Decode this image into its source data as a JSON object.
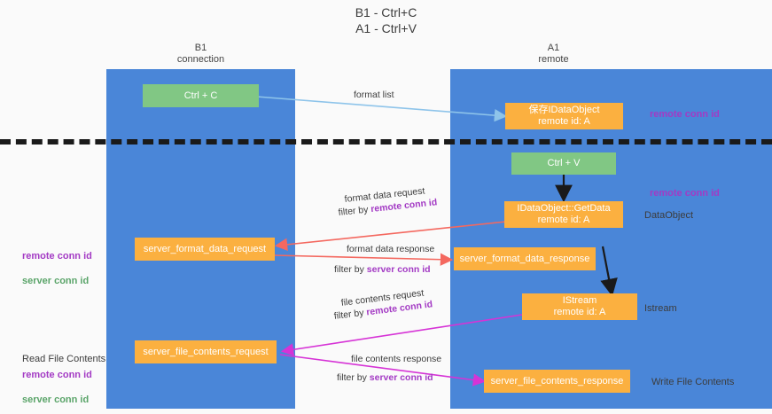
{
  "title": "B1 - Ctrl+C\nA1 - Ctrl+V",
  "lanes": [
    {
      "name": "b1",
      "header": "B1\nconnection",
      "color": "#4a86d8"
    },
    {
      "name": "a1",
      "header": "A1\nremote",
      "color": "#4a86d8"
    }
  ],
  "colors": {
    "lane": "#4a86d8",
    "green_box": "#81c784",
    "orange_box": "#fbb040",
    "remote_conn_id": "#a33ac4",
    "server_conn_id": "#5aa469",
    "arrow_blue": "#8ec4ea",
    "arrow_black": "#1a1a1a",
    "arrow_red": "#f4685f",
    "arrow_magenta": "#d633d6",
    "divider": "#1a1a1a"
  },
  "boxes": {
    "ctrl_c": "Ctrl + C",
    "ctrl_v": "Ctrl + V",
    "save_idataobject": "保存IDataObject\nremote id: A",
    "getdata": "IDataObject::GetData\nremote id: A",
    "istream": "IStream\nremote id: A",
    "server_format_data_request": "server_format_data_request",
    "server_format_data_response": "server_format_data_response",
    "server_file_contents_request": "server_file_contents_request",
    "server_file_contents_response": "server_file_contents_response"
  },
  "right_labels": {
    "remote_conn_id_top": "remote conn id",
    "remote_conn_id_mid": "remote conn id",
    "dataobject": "DataObject",
    "istream": "Istream",
    "write_file_contents": "Write File Contents"
  },
  "left_labels": {
    "format_keys": {
      "remote": "remote conn id",
      "server": "server conn id"
    },
    "read_file_contents": "Read File Contents",
    "file_keys": {
      "remote": "remote conn id",
      "server": "server conn id"
    }
  },
  "edge_labels": {
    "format_list": "format list",
    "format_data_request": "format data request",
    "format_data_request_filter_prefix": "filter by ",
    "format_data_request_filter_key": "remote conn id",
    "format_data_response": "format data response",
    "format_data_response_filter_prefix": "filter by ",
    "format_data_response_filter_key": "server conn id",
    "file_contents_request": "file contents request",
    "file_contents_request_filter_prefix": "filter by ",
    "file_contents_request_filter_key": "remote conn id",
    "file_contents_response": "file contents response",
    "file_contents_response_filter_prefix": "filter by ",
    "file_contents_response_filter_key": "server conn id"
  }
}
